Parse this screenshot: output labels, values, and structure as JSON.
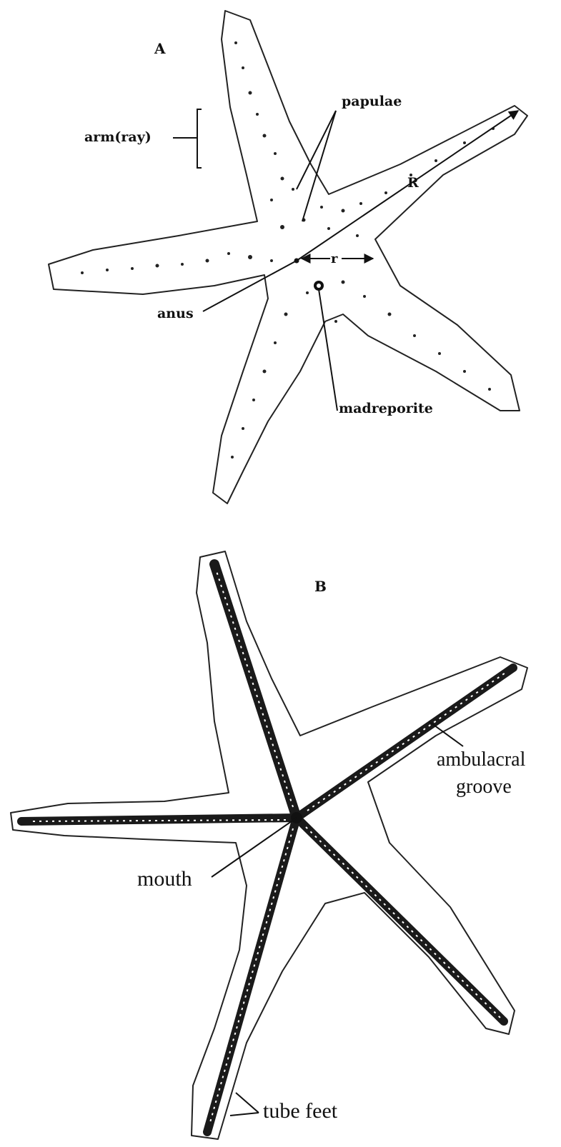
{
  "panel_a": {
    "letter": "A",
    "labels": {
      "arm": "arm(ray)",
      "papulae": "papulae",
      "R": "R",
      "r": "r",
      "anus": "anus",
      "madreporite": "madreporite"
    }
  },
  "panel_b": {
    "letter": "B",
    "labels": {
      "ambulacral_1": "ambulacral",
      "ambulacral_2": "groove",
      "mouth": "mouth",
      "tube_feet": "tube feet"
    }
  },
  "colors": {
    "ink": "#111111",
    "paper": "#ffffff",
    "groove": "#1a1a1a"
  }
}
